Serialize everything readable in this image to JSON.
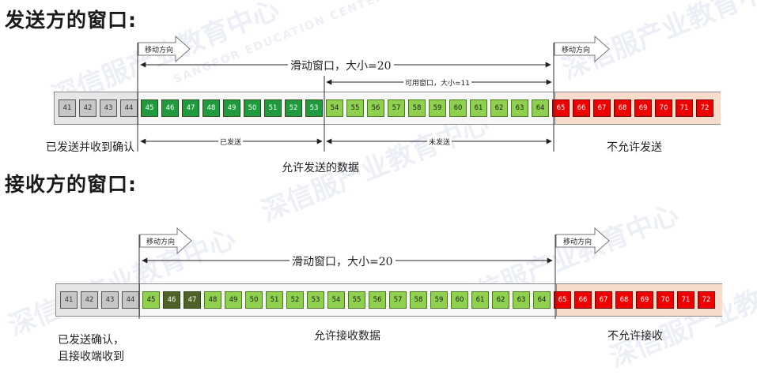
{
  "sender": {
    "heading": "发送方的窗口:",
    "move_label_left": "移动方向",
    "move_label_right": "移动方向",
    "window_label": "滑动窗口，大小=20",
    "usable_label": "可用窗口，大小=11",
    "sent_label": "已发送",
    "unsent_label": "未发送",
    "acked_label": "已发送并收到确认",
    "allowed_label": "允许发送的数据",
    "disallowed_label": "不允许发送",
    "cells": [
      {
        "n": "41",
        "state": "done"
      },
      {
        "n": "42",
        "state": "done"
      },
      {
        "n": "43",
        "state": "done"
      },
      {
        "n": "44",
        "state": "done"
      },
      {
        "n": "45",
        "state": "sent"
      },
      {
        "n": "46",
        "state": "sent"
      },
      {
        "n": "47",
        "state": "sent"
      },
      {
        "n": "48",
        "state": "sent"
      },
      {
        "n": "49",
        "state": "sent"
      },
      {
        "n": "50",
        "state": "sent"
      },
      {
        "n": "51",
        "state": "sent"
      },
      {
        "n": "52",
        "state": "sent"
      },
      {
        "n": "53",
        "state": "sent"
      },
      {
        "n": "54",
        "state": "avail"
      },
      {
        "n": "55",
        "state": "avail"
      },
      {
        "n": "56",
        "state": "avail"
      },
      {
        "n": "57",
        "state": "avail"
      },
      {
        "n": "58",
        "state": "avail"
      },
      {
        "n": "59",
        "state": "avail"
      },
      {
        "n": "60",
        "state": "avail"
      },
      {
        "n": "61",
        "state": "avail"
      },
      {
        "n": "62",
        "state": "avail"
      },
      {
        "n": "63",
        "state": "avail"
      },
      {
        "n": "64",
        "state": "avail"
      },
      {
        "n": "65",
        "state": "no"
      },
      {
        "n": "66",
        "state": "no"
      },
      {
        "n": "67",
        "state": "no"
      },
      {
        "n": "68",
        "state": "no"
      },
      {
        "n": "69",
        "state": "no"
      },
      {
        "n": "70",
        "state": "no"
      },
      {
        "n": "71",
        "state": "no"
      },
      {
        "n": "72",
        "state": "no"
      }
    ]
  },
  "receiver": {
    "heading": "接收方的窗口:",
    "move_label_left": "移动方向",
    "move_label_right": "移动方向",
    "window_label": "滑动窗口，大小=20",
    "acked_label_line1": "已发送确认，",
    "acked_label_line2": "且接收端收到",
    "allowed_label": "允许接收数据",
    "disallowed_label": "不允许接收",
    "cells": [
      {
        "n": "41",
        "state": "done"
      },
      {
        "n": "42",
        "state": "done"
      },
      {
        "n": "43",
        "state": "done"
      },
      {
        "n": "44",
        "state": "done"
      },
      {
        "n": "45",
        "state": "avail"
      },
      {
        "n": "46",
        "state": "recv"
      },
      {
        "n": "47",
        "state": "recv"
      },
      {
        "n": "48",
        "state": "avail"
      },
      {
        "n": "49",
        "state": "avail"
      },
      {
        "n": "50",
        "state": "avail"
      },
      {
        "n": "51",
        "state": "avail"
      },
      {
        "n": "52",
        "state": "avail"
      },
      {
        "n": "53",
        "state": "avail"
      },
      {
        "n": "54",
        "state": "avail"
      },
      {
        "n": "55",
        "state": "avail"
      },
      {
        "n": "56",
        "state": "avail"
      },
      {
        "n": "57",
        "state": "avail"
      },
      {
        "n": "58",
        "state": "avail"
      },
      {
        "n": "59",
        "state": "avail"
      },
      {
        "n": "60",
        "state": "avail"
      },
      {
        "n": "61",
        "state": "avail"
      },
      {
        "n": "62",
        "state": "avail"
      },
      {
        "n": "63",
        "state": "avail"
      },
      {
        "n": "64",
        "state": "avail"
      },
      {
        "n": "65",
        "state": "no"
      },
      {
        "n": "66",
        "state": "no"
      },
      {
        "n": "67",
        "state": "no"
      },
      {
        "n": "68",
        "state": "no"
      },
      {
        "n": "69",
        "state": "no"
      },
      {
        "n": "70",
        "state": "no"
      },
      {
        "n": "71",
        "state": "no"
      },
      {
        "n": "72",
        "state": "no"
      }
    ]
  },
  "watermark": {
    "text": "深信服产业教育中心",
    "sub": "SANGFOR EDUCATION CENTER"
  },
  "colors": {
    "done": "#c6c6c6",
    "sent": "#1f9a3e",
    "avail": "#8fd14f",
    "recv": "#4f6228",
    "no": "#ee0000",
    "zone_gray": "#e6e6e6",
    "zone_red": "#f8dccb",
    "zone_white": "#f7f7f7"
  }
}
